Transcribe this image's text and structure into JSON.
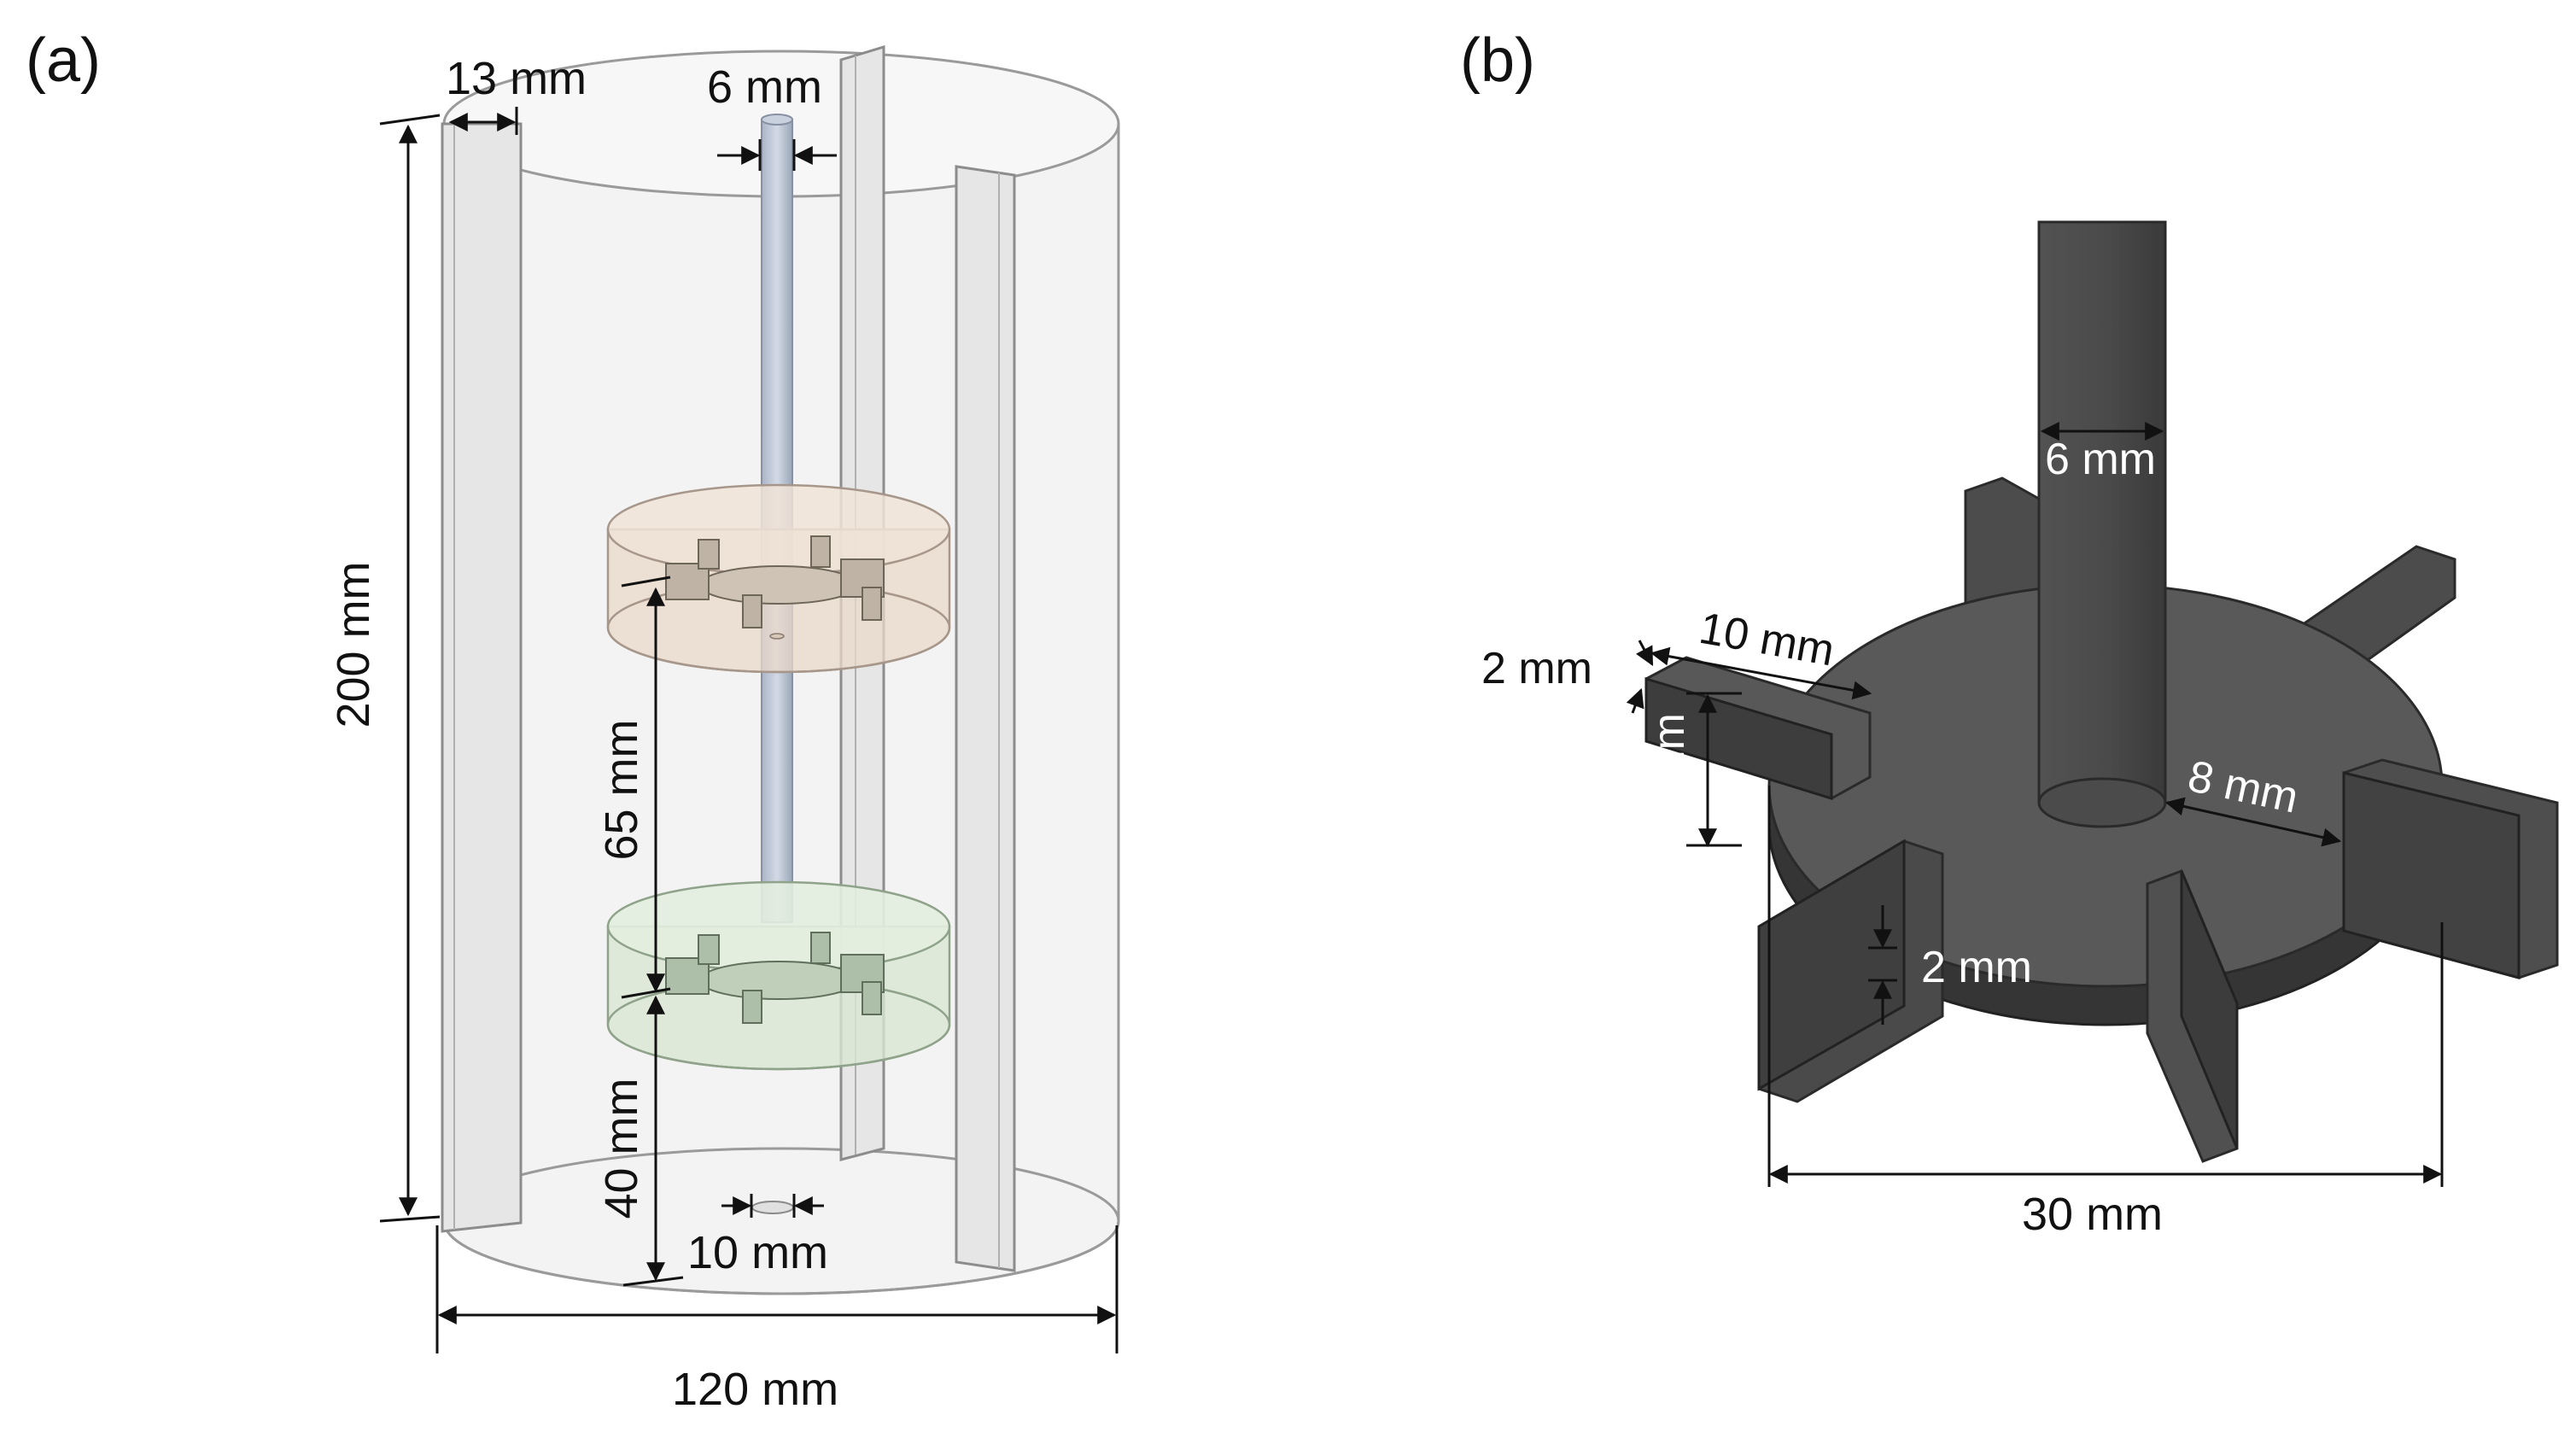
{
  "panels": [
    {
      "id": "a",
      "label": "(a)"
    },
    {
      "id": "b",
      "label": "(b)"
    }
  ],
  "tank": {
    "baffle_width": "13 mm",
    "shaft_diameter": "6 mm",
    "height": "200 mm",
    "impeller_spacing": "65 mm",
    "bottom_clearance": "40 mm",
    "inlet_diameter": "10 mm",
    "diameter": "120 mm"
  },
  "impeller": {
    "shaft_diameter": "6 mm",
    "blade_thickness": "2 mm",
    "blade_length": "10 mm",
    "blade_height": "8 mm",
    "disc_radius": "8 mm",
    "disc_thickness": "2 mm",
    "diameter": "30 mm"
  },
  "colors": {
    "tank_outline": "#9a9a9a",
    "tank_fill": "#f3f3f3",
    "baffle_fill": "#e6e6e6",
    "upper_zone": "#e9d8c9",
    "lower_zone": "#d9e6d3",
    "impeller_dark": "#4a4a4a",
    "impeller_side": "#2e2e2e"
  }
}
